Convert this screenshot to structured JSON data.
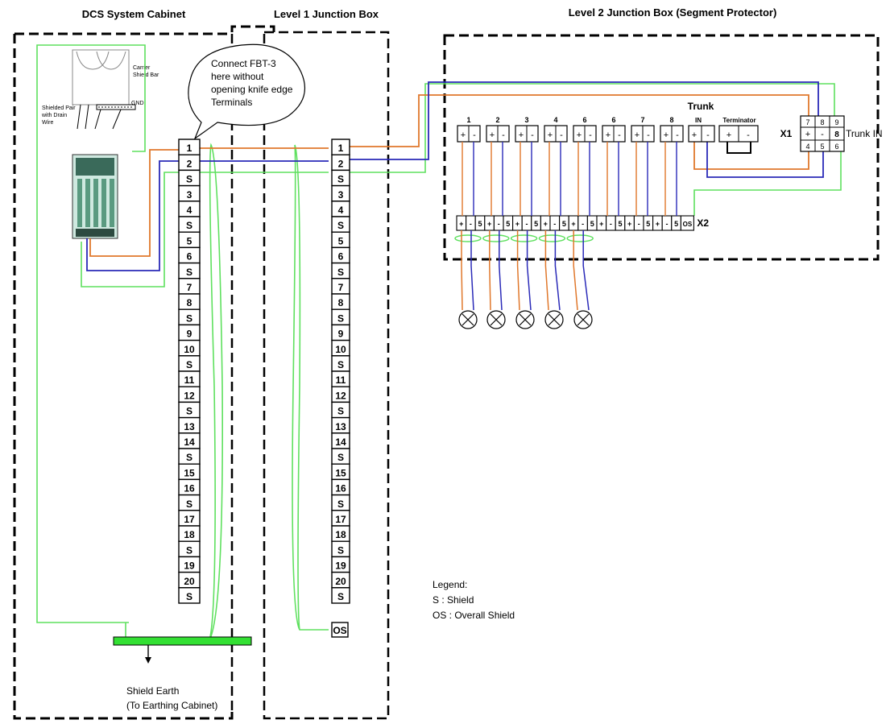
{
  "titles": {
    "dcs": "DCS System Cabinet",
    "jb1": "Level 1 Junction Box",
    "jb2": "Level 2 Junction Box (Segment Protector)"
  },
  "callout": [
    "Connect FBT-3",
    "here without",
    "opening knife edge",
    "Terminals"
  ],
  "carrier_labels": {
    "carrier1": "Carrier",
    "carrier2": "Shield Bar",
    "shielded1": "Shielded Pair",
    "shielded2": "with Drain",
    "shielded3": "Wire",
    "gnd": "GND"
  },
  "terminals": [
    "1",
    "2",
    "S",
    "3",
    "4",
    "S",
    "5",
    "6",
    "S",
    "7",
    "8",
    "S",
    "9",
    "10",
    "S",
    "11",
    "12",
    "S",
    "13",
    "14",
    "S",
    "15",
    "16",
    "S",
    "17",
    "18",
    "S",
    "19",
    "20",
    "S"
  ],
  "os_label": "OS",
  "earth": [
    "Shield Earth",
    "(To Earthing Cabinet)"
  ],
  "trunk_title": "Trunk",
  "spur_numbers": [
    "1",
    "2",
    "3",
    "4",
    "6",
    "6",
    "7",
    "8"
  ],
  "spur_pm": [
    "+",
    "-"
  ],
  "trunk_in_small": "IN",
  "terminator": "Terminator",
  "x1": {
    "label": "X1",
    "trunk_in": "Trunk IN",
    "top": [
      "7",
      "8",
      "9"
    ],
    "mid": [
      "+",
      "-",
      "8"
    ],
    "bot": [
      "4",
      "5",
      "6"
    ]
  },
  "x2": {
    "label": "X2",
    "cells": [
      "+",
      "-",
      "5",
      "+",
      "-",
      "5",
      "+",
      "-",
      "5",
      "+",
      "-",
      "5",
      "+",
      "-",
      "5",
      "+",
      "-",
      "5",
      "+",
      "-",
      "5",
      "+",
      "-",
      "5"
    ],
    "os": "OS"
  },
  "legend": [
    "Legend:",
    "S : Shield",
    "OS : Overall Shield"
  ],
  "colors": {
    "orange": "#e0782c",
    "blue": "#2a2ab8",
    "green": "#5ee05e",
    "earth": "#33e033"
  }
}
